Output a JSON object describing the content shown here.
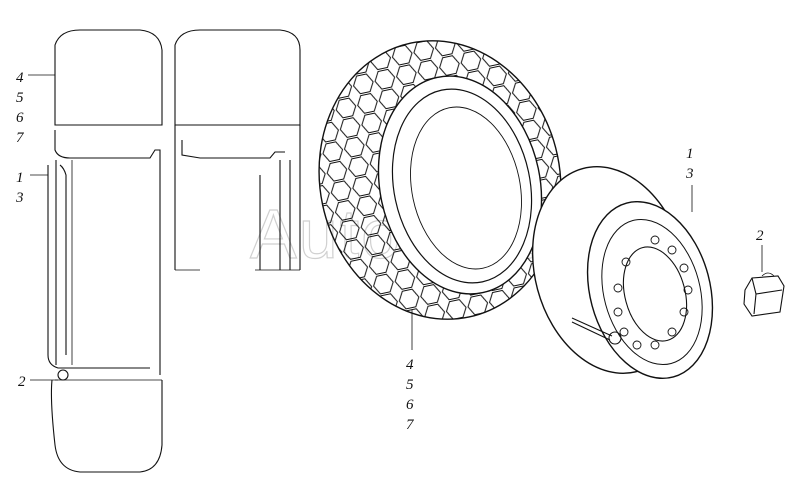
{
  "watermark": "AutoSoft",
  "callouts": {
    "section_top": [
      "4",
      "5",
      "6",
      "7"
    ],
    "section_mid": [
      "1",
      "3"
    ],
    "section_bottom": "2",
    "tire_bottom": [
      "4",
      "5",
      "6",
      "7"
    ],
    "rim_top": [
      "1",
      "3"
    ],
    "valve_cap": "2"
  },
  "colors": {
    "line": "#111111",
    "watermark": "#bdbdbd",
    "background": "#ffffff"
  }
}
